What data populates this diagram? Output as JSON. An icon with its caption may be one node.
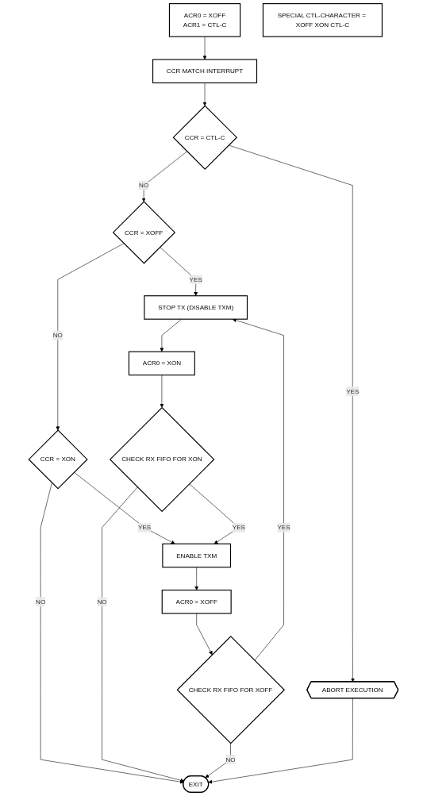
{
  "diagram": {
    "nodes": [
      {
        "text": [
          "ACR0 = XOFF",
          "ACR1 = CTL-C"
        ]
      },
      {
        "text": [
          "SPECIAL CTL-CHARACTER = XOFF XON CTL-C"
        ]
      },
      {
        "text": [
          "CCR MATCH INTERRUPT"
        ]
      },
      {
        "text": [
          "CCR = CTL-C"
        ]
      },
      {
        "text": [
          "ABORT EXECUTION"
        ]
      },
      {
        "text": [
          "CCR = XOFF"
        ]
      },
      {
        "text": [
          "STOP TX (DISABLE TXM)"
        ]
      },
      {
        "text": [
          "ACR0 = XON"
        ]
      },
      {
        "text": [
          "CCR = XON"
        ]
      },
      {
        "text": [
          "CHECK RX FIFO FOR XON"
        ]
      },
      {
        "text": [
          "ENABLE TXM"
        ]
      },
      {
        "text": [
          "ACR0 = XOFF"
        ]
      },
      {
        "text": [
          "CHECK RX FIFO FOR XOFF"
        ]
      },
      {
        "text": [
          "EXIT"
        ]
      }
    ],
    "edges": [
      {
        "from": 0,
        "to": 2,
        "arrow": "to"
      },
      {
        "from": 2,
        "to": 3,
        "arrow": "to"
      },
      {
        "from": 3,
        "to": 4,
        "label": "YES",
        "arrow": "to"
      },
      {
        "from": 3,
        "to": 5,
        "label": "NO",
        "arrow": "to"
      },
      {
        "from": 5,
        "to": 6,
        "label": "YES",
        "arrow": "to"
      },
      {
        "from": 5,
        "to": 8,
        "label": "NO",
        "arrow": "to"
      },
      {
        "from": 6,
        "to": 7,
        "arrow": "to"
      },
      {
        "from": 7,
        "to": 9,
        "arrow": "to"
      },
      {
        "from": 8,
        "to": 13,
        "label": "NO",
        "arrow": "to"
      },
      {
        "from": 8,
        "to": 10,
        "label": "YES",
        "arrow": "to"
      },
      {
        "from": 9,
        "to": 10,
        "label": "YES",
        "arrow": "to"
      },
      {
        "from": 9,
        "to": 13,
        "label": "NO",
        "arrow": "to"
      },
      {
        "from": 10,
        "to": 11,
        "arrow": "to"
      },
      {
        "from": 11,
        "to": 12,
        "arrow": "to"
      },
      {
        "from": 12,
        "to": 6,
        "label": "YES",
        "arrow": "to"
      },
      {
        "from": 12,
        "to": 13,
        "label": "NO",
        "arrow": "to"
      },
      {
        "from": 4,
        "to": 13,
        "arrow": "to"
      }
    ]
  }
}
